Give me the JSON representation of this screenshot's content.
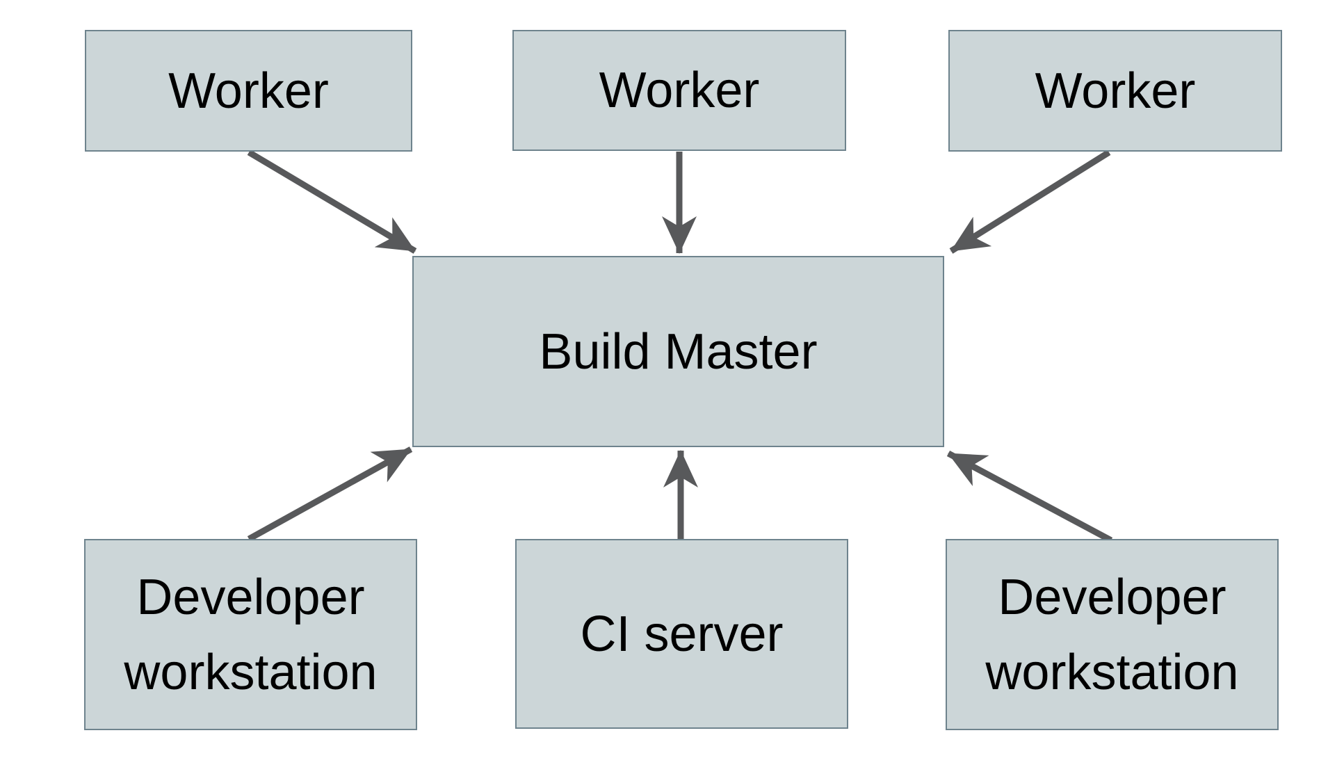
{
  "diagram": {
    "colors": {
      "background": "#ffffff",
      "node_fill": "#ccd6d8",
      "node_border": "#6e838d",
      "arrow": "#58595b",
      "text": "#000000"
    },
    "nodes": [
      {
        "id": "worker-left",
        "label": "Worker"
      },
      {
        "id": "worker-center",
        "label": "Worker"
      },
      {
        "id": "worker-right",
        "label": "Worker"
      },
      {
        "id": "build-master",
        "label": "Build Master"
      },
      {
        "id": "developer-workstation-left",
        "label": "Developer workstation"
      },
      {
        "id": "ci-server",
        "label": "CI server"
      },
      {
        "id": "developer-workstation-right",
        "label": "Developer workstation"
      }
    ],
    "edges": [
      {
        "from": "worker-left",
        "to": "build-master"
      },
      {
        "from": "worker-center",
        "to": "build-master"
      },
      {
        "from": "worker-right",
        "to": "build-master"
      },
      {
        "from": "developer-workstation-left",
        "to": "build-master"
      },
      {
        "from": "ci-server",
        "to": "build-master"
      },
      {
        "from": "developer-workstation-right",
        "to": "build-master"
      }
    ]
  }
}
